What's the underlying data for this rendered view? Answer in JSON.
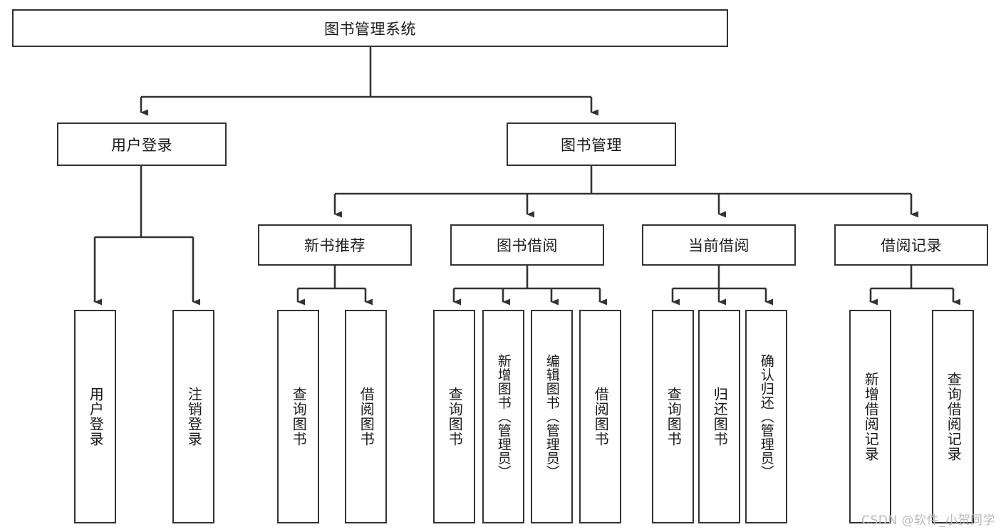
{
  "diagram": {
    "title": "图书管理系统",
    "type": "tree",
    "root": {
      "label": "图书管理系统"
    },
    "level2": [
      {
        "label": "用户登录"
      },
      {
        "label": "图书管理"
      }
    ],
    "level3": [
      {
        "label": "新书推荐"
      },
      {
        "label": "图书借阅"
      },
      {
        "label": "当前借阅"
      },
      {
        "label": "借阅记录"
      }
    ],
    "leaves": {
      "user_login": [
        {
          "label": "用户登录"
        },
        {
          "label": "注销登录"
        }
      ],
      "new_book": [
        {
          "label": "查询图书"
        },
        {
          "label": "借阅图书"
        }
      ],
      "borrow_book": [
        {
          "label": "查询图书"
        },
        {
          "label": "新增图书（管理员）"
        },
        {
          "label": "编辑图书（管理员）"
        },
        {
          "label": "借阅图书"
        }
      ],
      "current_borrow": [
        {
          "label": "查询图书"
        },
        {
          "label": "归还图书"
        },
        {
          "label": "确认归还（管理员）"
        }
      ],
      "borrow_record": [
        {
          "label": "新增借阅记录"
        },
        {
          "label": "查询借阅记录"
        }
      ]
    }
  },
  "watermark": {
    "text": "CSDN @软件_小贺同学"
  },
  "colors": {
    "stroke": "#333333",
    "box_fill": "#ffffff",
    "text": "#1a1a1a",
    "watermark": "#b9b9b9",
    "background": "#ffffff"
  }
}
